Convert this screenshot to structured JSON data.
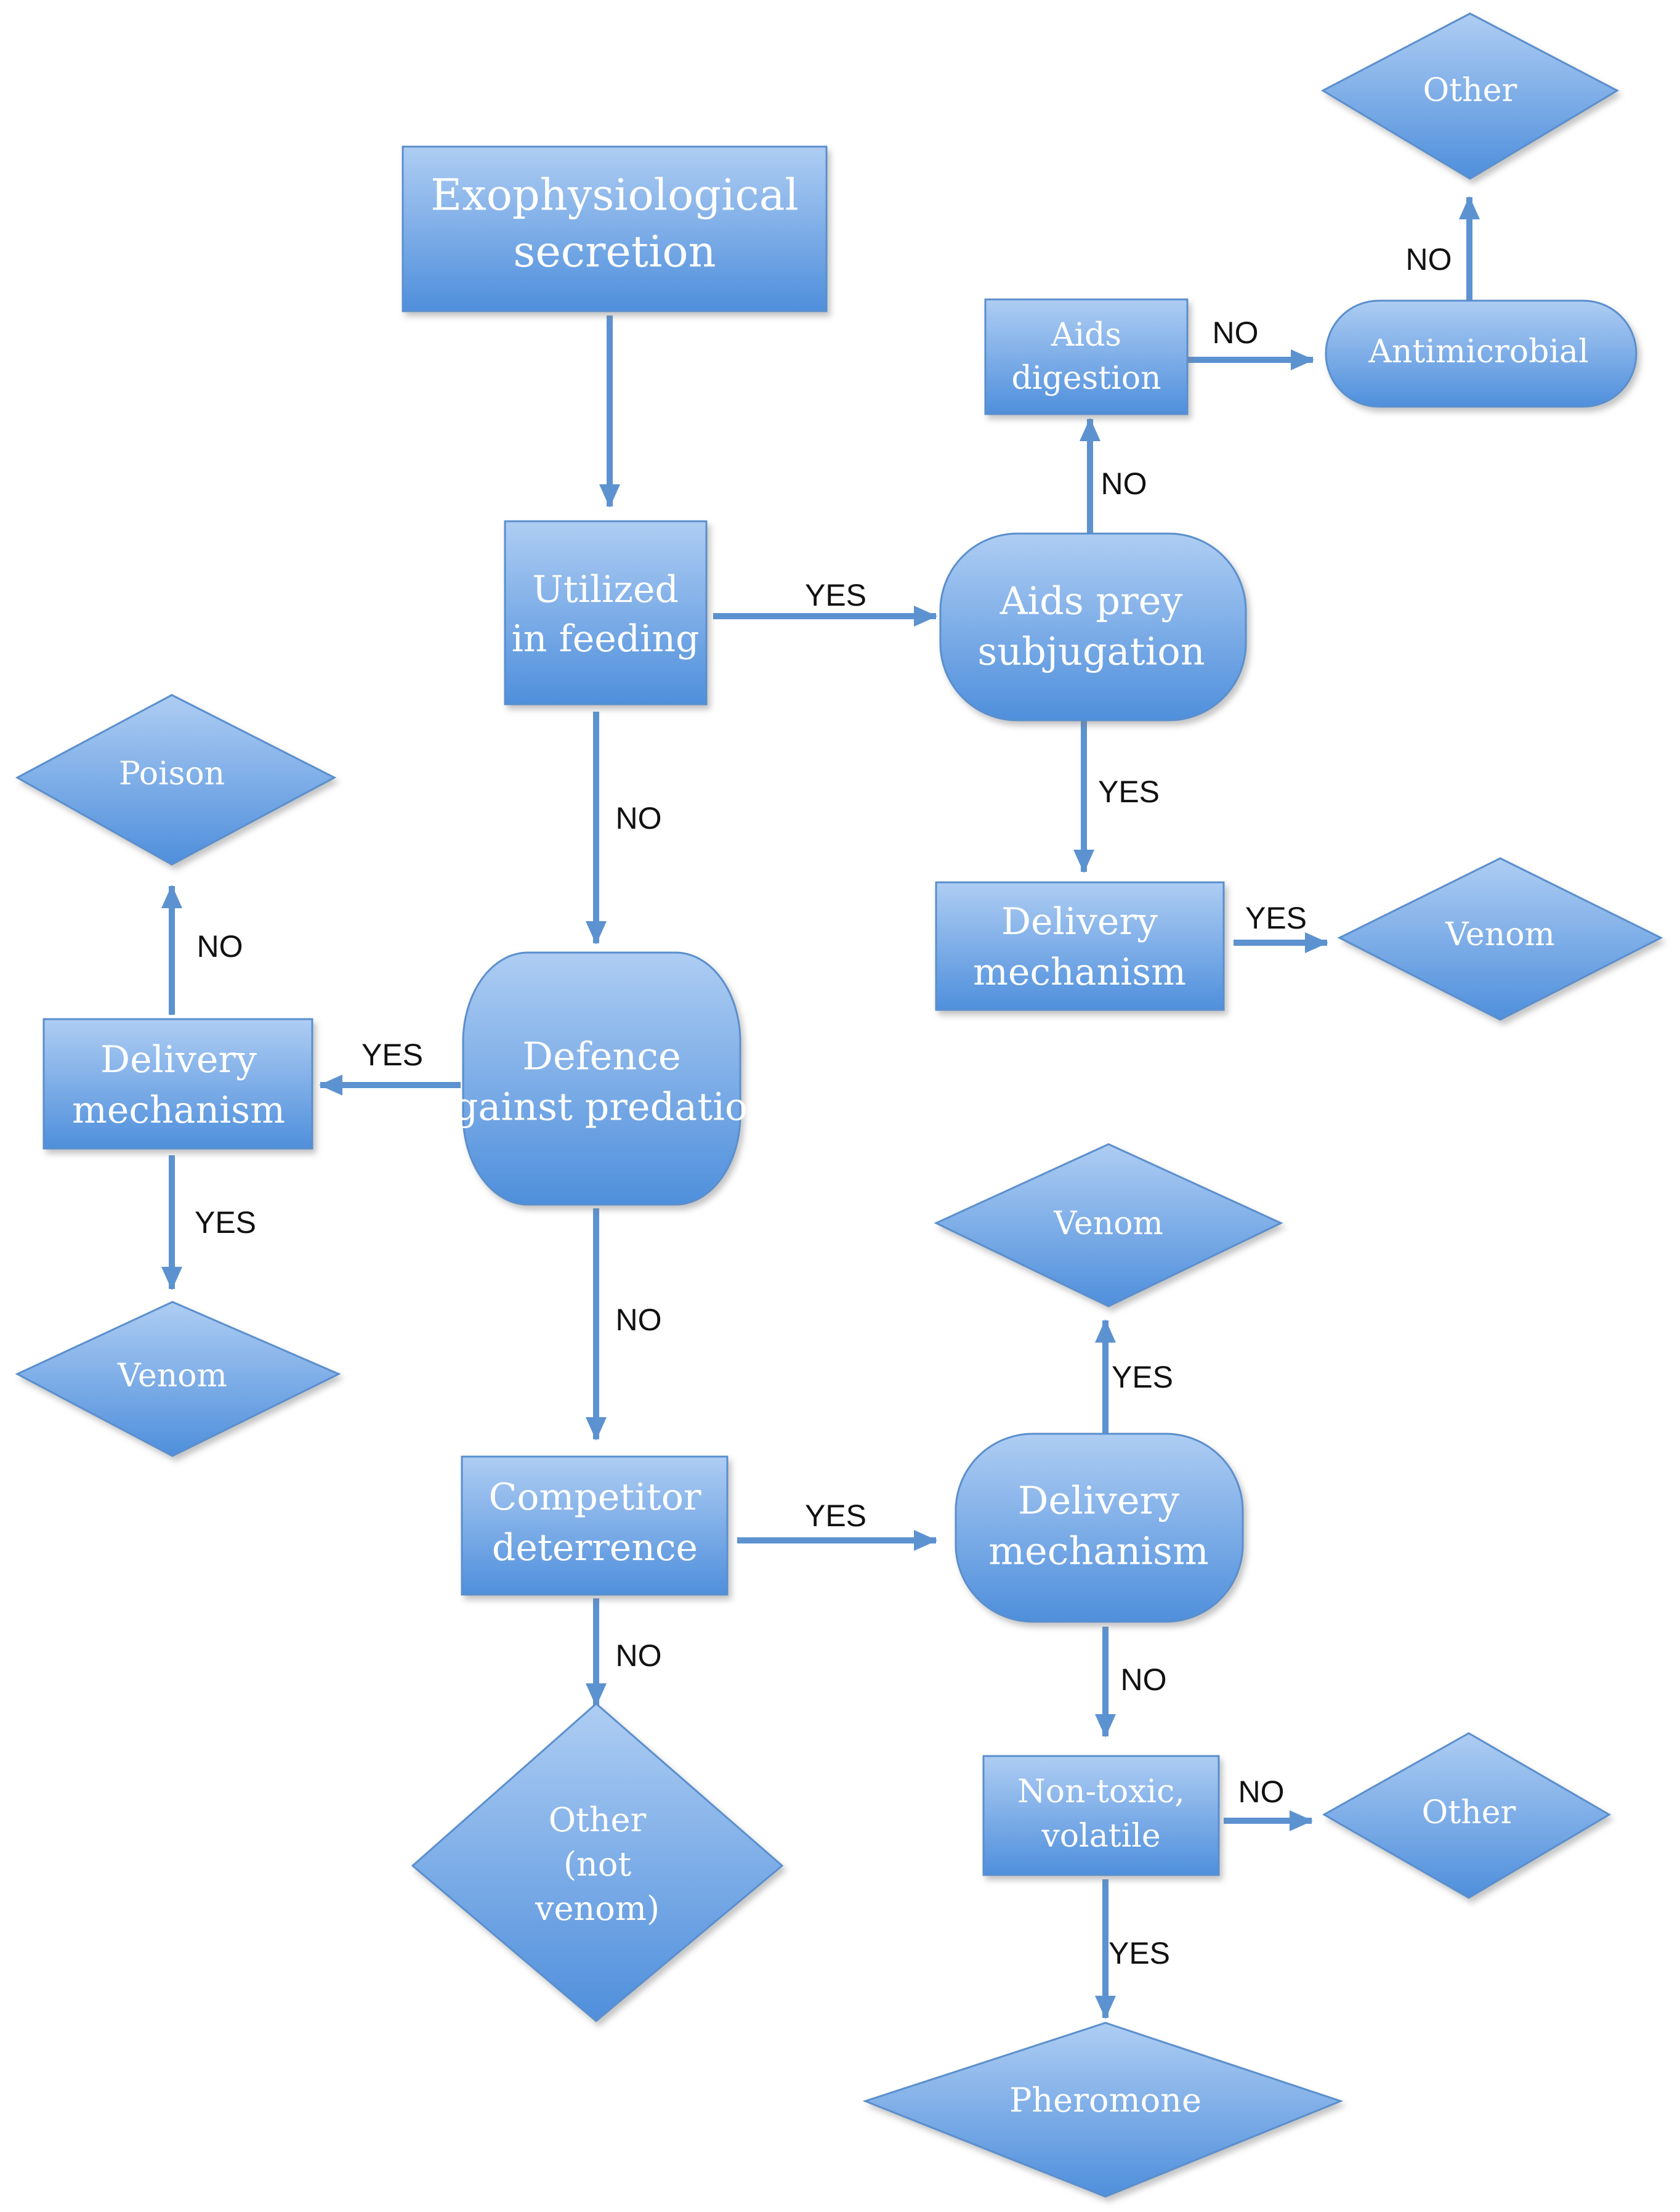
{
  "colors": {
    "fill_top": "#aecdf3",
    "fill_bottom": "#4f8fdc",
    "stroke": "#5a8fcd",
    "arrow": "#5c92d0",
    "edge_label": "#111111"
  },
  "nodes": {
    "exophysiological": "Exophysiological secretion",
    "utilized_feeding": "Utilized in feeding",
    "aids_prey": "Aids prey subjugation",
    "aids_digestion": "Aids digestion",
    "antimicrobial": "Antimicrobial",
    "other_top": "Other",
    "delivery_prey": "Delivery mechanism",
    "venom_prey": "Venom",
    "defence": "Defence against predation",
    "delivery_defence": "Delivery mechanism",
    "poison": "Poison",
    "venom_defence": "Venom",
    "competitor": "Competitor deterrence",
    "other_not_venom": "Other (not venom)",
    "delivery_competitor": "Delivery mechanism",
    "venom_competitor": "Venom",
    "non_toxic": "Non-toxic, volatile",
    "other_volatile": "Other",
    "pheromone": "Pheromone"
  },
  "edges": {
    "feeding_yes": "YES",
    "feeding_no": "NO",
    "prey_no": "NO",
    "prey_yes": "YES",
    "digestion_no": "NO",
    "antimicrobial_no": "NO",
    "delivery_prey_yes": "YES",
    "defence_yes": "YES",
    "defence_no": "NO",
    "delivery_defence_no": "NO",
    "delivery_defence_yes": "YES",
    "competitor_yes": "YES",
    "competitor_no": "NO",
    "delivery_competitor_yes": "YES",
    "delivery_competitor_no": "NO",
    "non_toxic_no": "NO",
    "non_toxic_yes": "YES"
  }
}
